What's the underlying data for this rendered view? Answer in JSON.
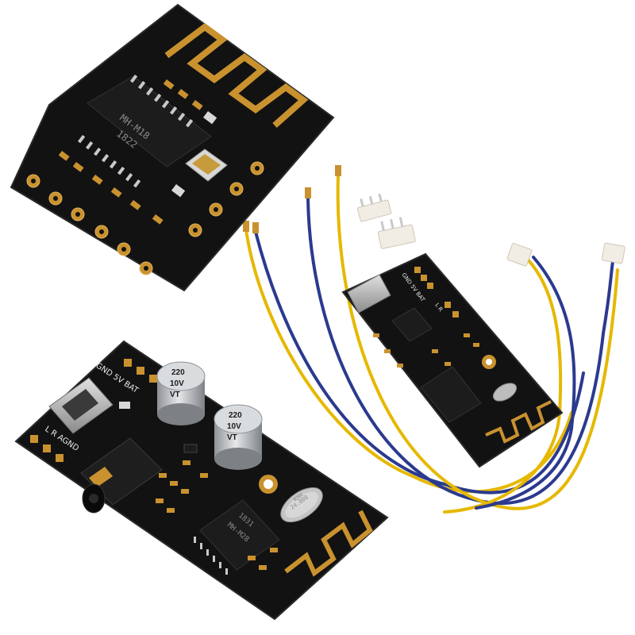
{
  "colors": {
    "pcb": "#121212",
    "pcb_edge": "#2a2a2a",
    "gold": "#c9922f",
    "gold_light": "#e2b25a",
    "silk": "#e8e8e8",
    "wire_yellow": "#e6b800",
    "wire_blue": "#2b3a8f",
    "connector": "#f2ede4",
    "capacitor": "#b9bcc0",
    "background": "#ffffff"
  },
  "module_top": {
    "chip_line1": "MH-M18",
    "chip_line2": "1822"
  },
  "module_bottom": {
    "pins_top": "GND 5V BAT",
    "pins_side": "L  R  AGND",
    "cap1_line1": "220",
    "cap1_line2": "10V",
    "cap1_line3": "VT",
    "cap2_line1": "220",
    "cap2_line2": "10V",
    "cap2_line3": "VT",
    "chip_line1": "MH-M28",
    "chip_line2": "1831",
    "crystal_line1": "24.000",
    "crystal_line2": "KHH"
  },
  "module_right": {
    "pins_top": "GND 5V BAT",
    "pins_side": "L R"
  }
}
